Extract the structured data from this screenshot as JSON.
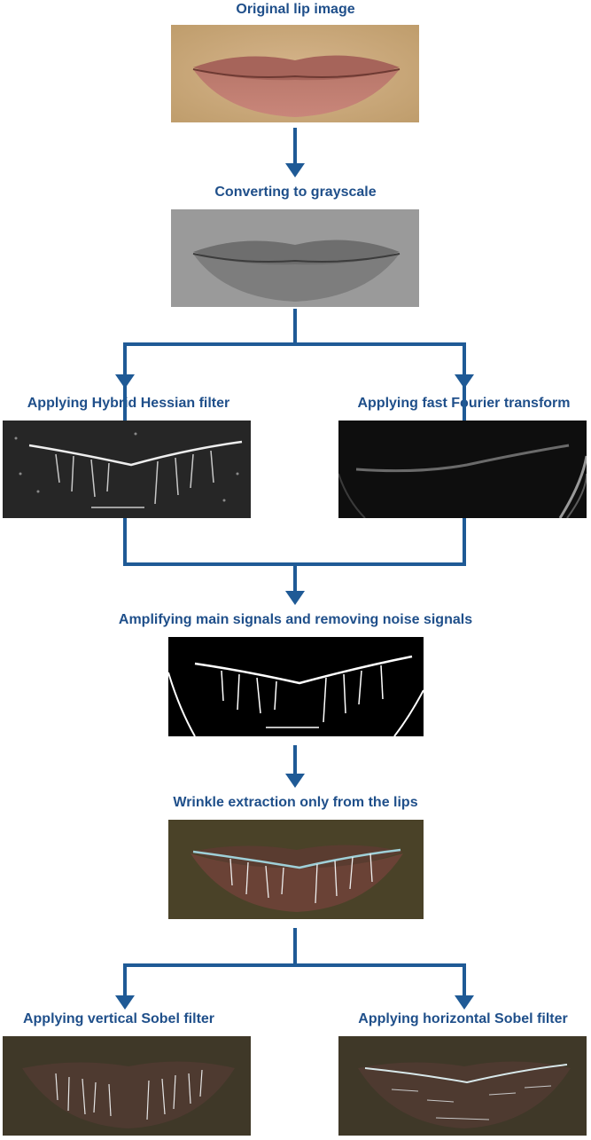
{
  "steps": {
    "original": "Original lip image",
    "grayscale": "Converting to grayscale",
    "hessian": "Applying Hybrid Hessian filter",
    "fft": "Applying fast Fourier transform",
    "amplify": "Amplifying main signals and removing noise signals",
    "wrinkle": "Wrinkle extraction only from the lips",
    "vsobel": "Applying vertical Sobel filter",
    "hsobel": "Applying horizontal Sobel filter"
  },
  "colors": {
    "arrow": "#1f5a96",
    "label": "#1f4f8a"
  }
}
